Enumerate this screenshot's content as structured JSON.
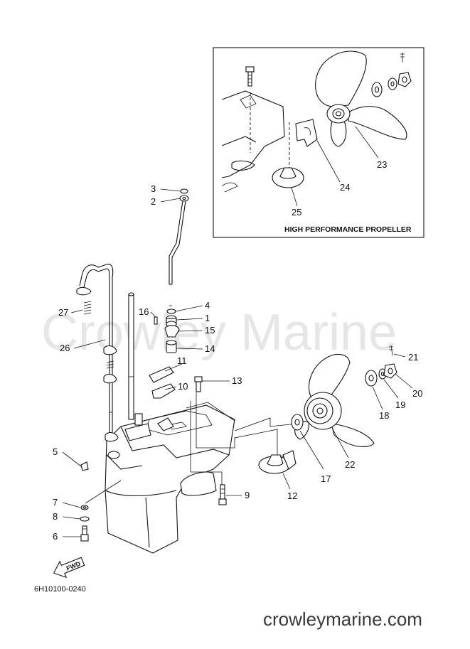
{
  "watermark": "Crowley Marine",
  "inset_title": "HIGH PERFORMANCE PROPELLER",
  "diagram_code": "6H10100-0240",
  "fwd_label": "FWD",
  "website": "crowleymarine.com",
  "callouts": {
    "c1": "1",
    "c2": "2",
    "c3": "3",
    "c4": "4",
    "c5": "5",
    "c6": "6",
    "c7": "7",
    "c8": "8",
    "c9": "9",
    "c10": "10",
    "c11": "11",
    "c12": "12",
    "c13": "13",
    "c14": "14",
    "c15": "15",
    "c16": "16",
    "c17": "17",
    "c18": "18",
    "c19": "19",
    "c20": "20",
    "c21": "21",
    "c22": "22",
    "c23": "23",
    "c24": "24",
    "c25": "25",
    "c26": "26",
    "c27": "27"
  }
}
